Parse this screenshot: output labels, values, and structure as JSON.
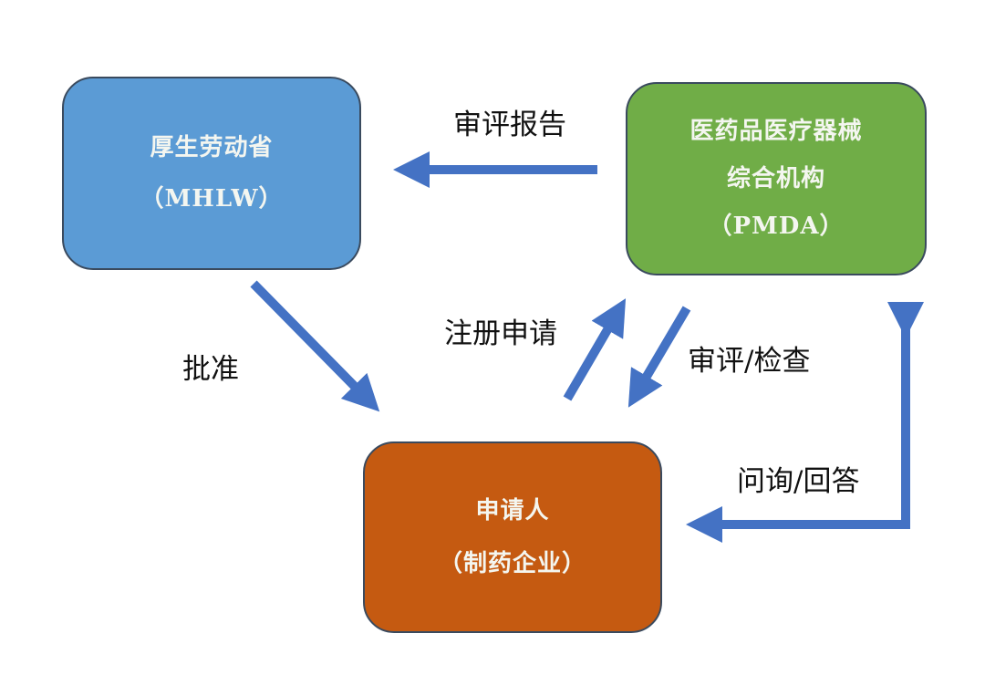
{
  "colors": {
    "mhlw_fill": "#5b9bd5",
    "pmda_fill": "#70ad47",
    "applicant_fill": "#c55a11",
    "arrow": "#4472c4",
    "node_text": "#f4f6f0",
    "label_text": "#111111"
  },
  "nodes": {
    "mhlw": {
      "name": "厚生劳动省",
      "abbr": "（MHLW）"
    },
    "pmda": {
      "name_line1": "医药品医疗器械",
      "name_line2": "综合机构",
      "abbr": "（PMDA）"
    },
    "applicant": {
      "name": "申请人",
      "detail": "（制药企业）"
    }
  },
  "edges": [
    {
      "from": "pmda",
      "to": "mhlw",
      "label": "审评报告"
    },
    {
      "from": "mhlw",
      "to": "applicant",
      "label": "批准"
    },
    {
      "from": "applicant",
      "to": "pmda",
      "label": "注册申请"
    },
    {
      "from": "pmda",
      "to": "applicant",
      "label": "审评/检查"
    },
    {
      "from": "pmda",
      "to": "applicant",
      "label": "问询/回答",
      "bidirectional": true
    }
  ]
}
